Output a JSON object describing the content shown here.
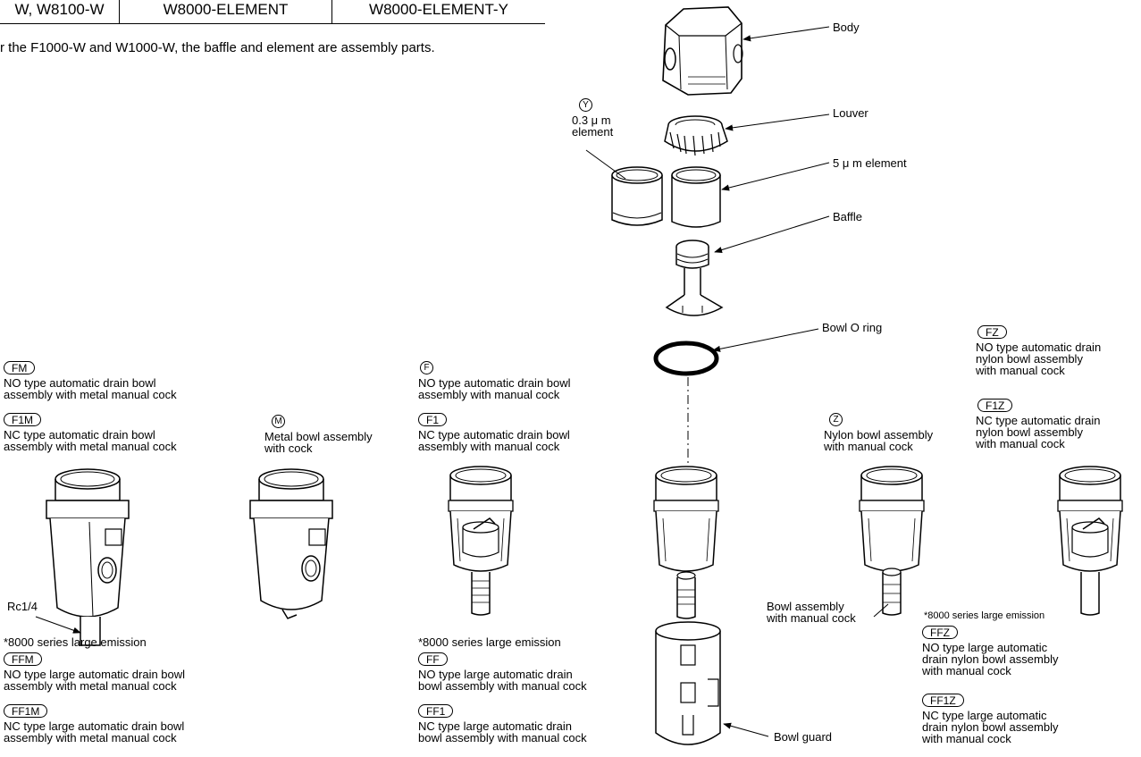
{
  "table": {
    "cells": [
      "W, W8100-W",
      "W8000-ELEMENT",
      "W8000-ELEMENT-Y"
    ],
    "note": "r the F1000-W and W1000-W, the baffle and element are assembly parts."
  },
  "callouts": {
    "body": "Body",
    "louver": "Louver",
    "element5": "5 μ m element",
    "baffle": "Baffle",
    "bowl_oring": "Bowl O ring",
    "bowl_guard": "Bowl guard",
    "rc": "Rc1/4",
    "bowl_assembly": "Bowl assembly\nwith manual cock"
  },
  "y_option": {
    "code": "Y",
    "text": "0.3 μ m\nelement"
  },
  "options": {
    "fm": {
      "code": "FM",
      "text": "NO type automatic drain bowl\nassembly with metal manual cock"
    },
    "f1m": {
      "code": "F1M",
      "text": "NC type automatic drain bowl\nassembly with metal manual cock"
    },
    "m": {
      "code": "M",
      "text": "Metal bowl assembly\nwith cock"
    },
    "f": {
      "code": "F",
      "text": "NO type automatic drain bowl\nassembly with manual cock"
    },
    "f1": {
      "code": "F1",
      "text": "NC type automatic drain bowl\nassembly with manual cock"
    },
    "z": {
      "code": "Z",
      "text": "Nylon bowl assembly\nwith manual cock"
    },
    "fz": {
      "code": "FZ",
      "text": "NO type automatic drain\nnylon bowl assembly\nwith manual cock"
    },
    "f1z": {
      "code": "F1Z",
      "text": "NC type automatic drain\nnylon bowl assembly\nwith manual cock"
    }
  },
  "large": {
    "heading_left": "*8000 series large emission",
    "heading_mid": "*8000 series large emission",
    "heading_right": "*8000 series large emission",
    "ffm": {
      "code": "FFM",
      "text": "NO type large automatic drain bowl\nassembly with metal manual cock"
    },
    "ff1m": {
      "code": "FF1M",
      "text": "NC type large automatic drain bowl\nassembly with metal manual cock"
    },
    "ff": {
      "code": "FF",
      "text": "NO type large automatic drain\nbowl assembly with manual cock"
    },
    "ff1": {
      "code": "FF1",
      "text": "NC type large automatic drain\nbowl assembly with manual cock"
    },
    "ffz": {
      "code": "FFZ",
      "text": "NO type large automatic\ndrain nylon bowl assembly\nwith manual cock"
    },
    "ff1z": {
      "code": "FF1Z",
      "text": "NC type large automatic\ndrain nylon bowl assembly\nwith manual cock"
    }
  }
}
